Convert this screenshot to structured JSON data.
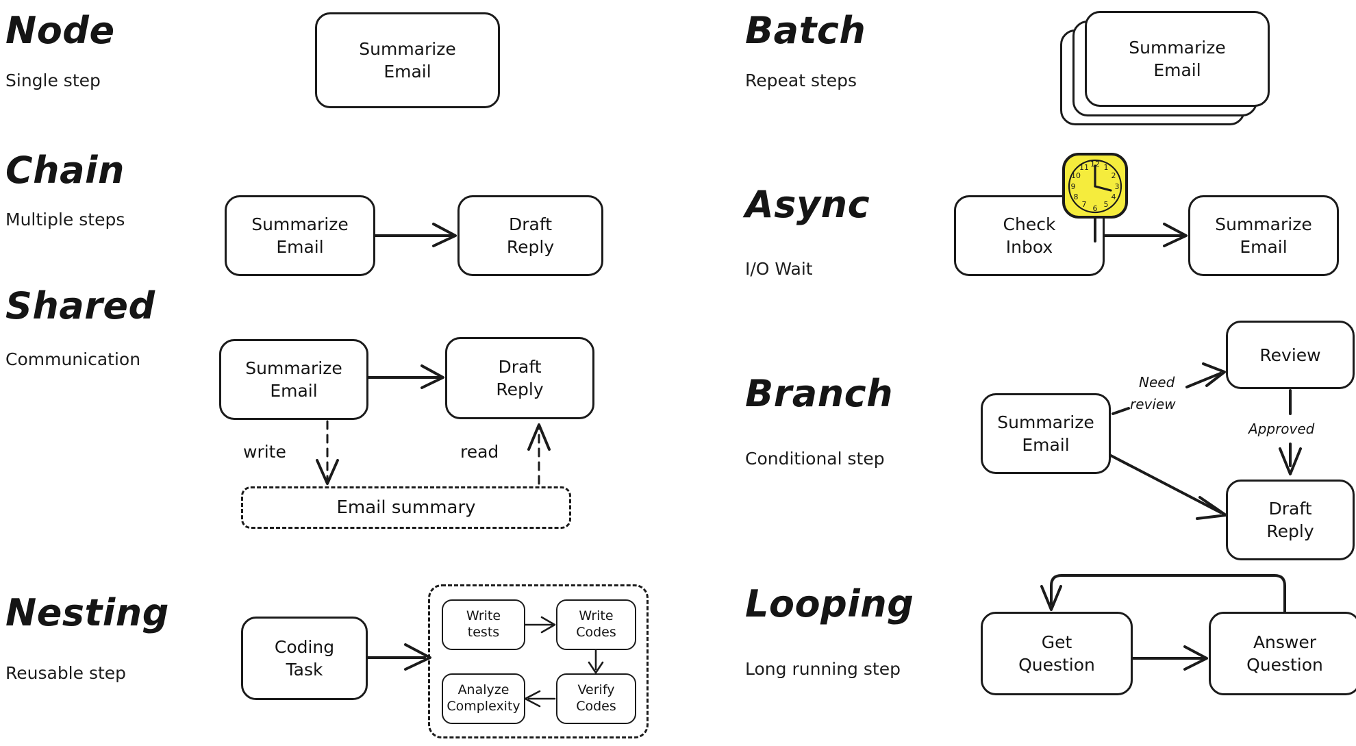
{
  "theme": {
    "background": "#ffffff",
    "ink": "#1b1b1b",
    "clock_fill": "#f5ec3d"
  },
  "patterns": [
    {
      "id": "node",
      "title": "Node",
      "subtitle": "Single step",
      "nodes": [
        {
          "id": "summarize-email",
          "label": "Summarize\nEmail"
        }
      ]
    },
    {
      "id": "batch",
      "title": "Batch",
      "subtitle": "Repeat steps",
      "nodes": [
        {
          "id": "summarize-email",
          "label": "Summarize\nEmail"
        }
      ],
      "stack_count": 3
    },
    {
      "id": "chain",
      "title": "Chain",
      "subtitle": "Multiple steps",
      "nodes": [
        {
          "id": "summarize-email",
          "label": "Summarize\nEmail"
        },
        {
          "id": "draft-reply",
          "label": "Draft\nReply"
        }
      ]
    },
    {
      "id": "async",
      "title": "Async",
      "subtitle": "I/O Wait",
      "nodes": [
        {
          "id": "check-inbox",
          "label": "Check\nInbox"
        },
        {
          "id": "summarize-email",
          "label": "Summarize\nEmail"
        }
      ],
      "clock": {
        "name": "clock-icon",
        "numerals": [
          "12",
          "1",
          "2",
          "3",
          "4",
          "5",
          "6",
          "7",
          "8",
          "9",
          "10",
          "11"
        ]
      }
    },
    {
      "id": "shared",
      "title": "Shared",
      "subtitle": "Communication",
      "nodes": [
        {
          "id": "summarize-email",
          "label": "Summarize\nEmail"
        },
        {
          "id": "draft-reply",
          "label": "Draft\nReply"
        }
      ],
      "store": {
        "id": "email-summary",
        "label": "Email summary"
      },
      "edge_labels": {
        "write": "write",
        "read": "read"
      }
    },
    {
      "id": "branch",
      "title": "Branch",
      "subtitle": "Conditional step",
      "nodes": [
        {
          "id": "summarize-email",
          "label": "Summarize\nEmail"
        },
        {
          "id": "review",
          "label": "Review"
        },
        {
          "id": "draft-reply",
          "label": "Draft\nReply"
        }
      ],
      "edge_labels": {
        "need_review_line1": "Need",
        "need_review_line2": "review",
        "approved": "Approved"
      }
    },
    {
      "id": "nesting",
      "title": "Nesting",
      "subtitle": "Reusable step",
      "nodes": [
        {
          "id": "coding-task",
          "label": "Coding\nTask"
        },
        {
          "id": "write-tests",
          "label": "Write\ntests"
        },
        {
          "id": "write-codes",
          "label": "Write\nCodes"
        },
        {
          "id": "verify-codes",
          "label": "Verify\nCodes"
        },
        {
          "id": "analyze-complexity",
          "label": "Analyze\nComplexity"
        }
      ]
    },
    {
      "id": "looping",
      "title": "Looping",
      "subtitle": "Long running step",
      "nodes": [
        {
          "id": "get-question",
          "label": "Get\nQuestion"
        },
        {
          "id": "answer-question",
          "label": "Answer\nQuestion"
        }
      ]
    }
  ]
}
